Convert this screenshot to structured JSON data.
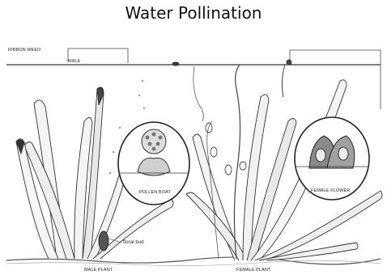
{
  "title": "Water Pollination",
  "labels": {
    "ribbon_weed": "RIBBON WEED",
    "male_flower": "MALE",
    "pollen_boat": "POLLEN BOAT",
    "female_flower": "FEMALE FLOWER",
    "floral_bud": "floral bud",
    "male_plant": "MALE PLANT",
    "female_plant": "FEMALE PLANT"
  }
}
